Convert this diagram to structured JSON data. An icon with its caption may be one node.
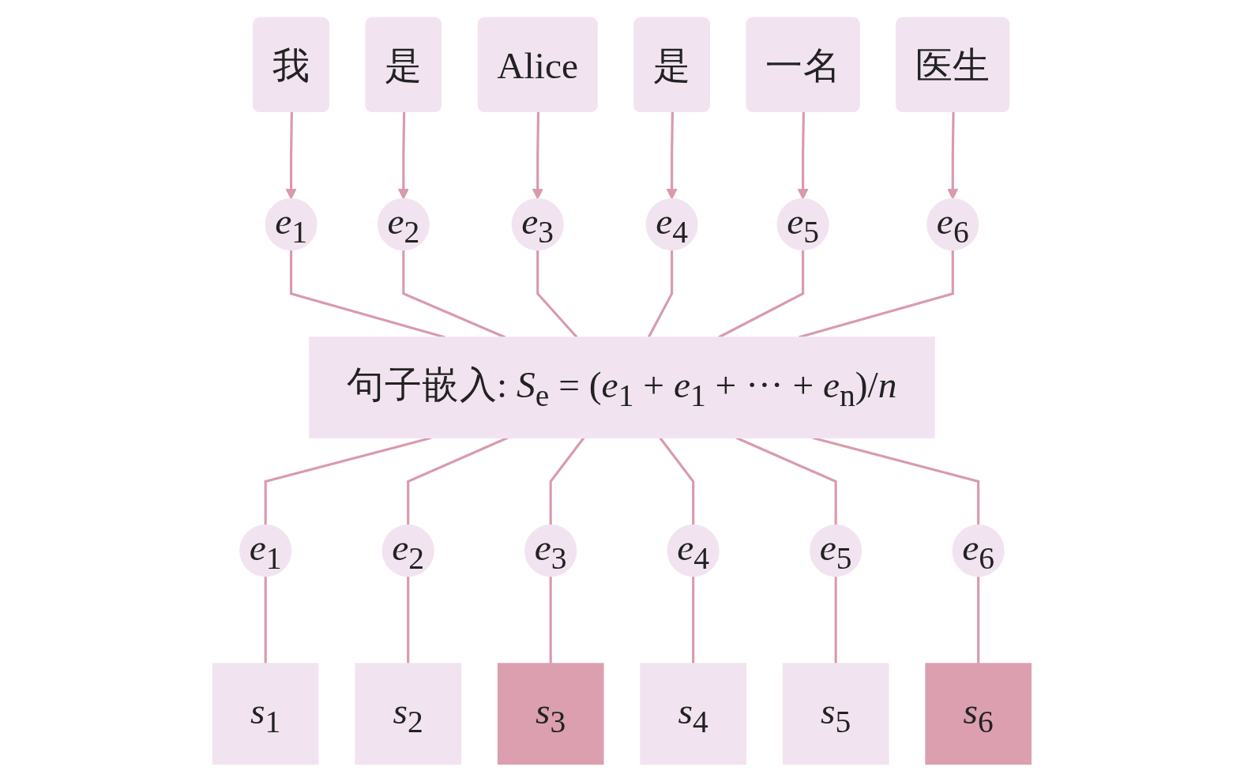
{
  "diagram": {
    "nodes": [
      {
        "text": [
          "我"
        ]
      },
      {
        "text": [
          "是"
        ]
      },
      {
        "text": [
          "Alice"
        ]
      },
      {
        "text": [
          "是"
        ]
      },
      {
        "text": [
          "一名"
        ]
      },
      {
        "text": [
          "医生"
        ]
      },
      {
        "text": [
          "*e*$_{1}$"
        ]
      },
      {
        "text": [
          "*e*$_{2}$"
        ]
      },
      {
        "text": [
          "*e*$_{3}$"
        ]
      },
      {
        "text": [
          "*e*$_{4}$"
        ]
      },
      {
        "text": [
          "*e*$_{5}$"
        ]
      },
      {
        "text": [
          "*e*$_{6}$"
        ]
      },
      {
        "text": [
          "句子嵌入: *S*$_{e}$ = (*e*$_{1}$ + *e*$_{1}$ + ··· + *e*$_{n}$)/*n*"
        ]
      },
      {
        "text": [
          "*e*$_{1}$"
        ]
      },
      {
        "text": [
          "*e*$_{2}$"
        ]
      },
      {
        "text": [
          "*e*$_{3}$"
        ]
      },
      {
        "text": [
          "*e*$_{4}$"
        ]
      },
      {
        "text": [
          "*e*$_{5}$"
        ]
      },
      {
        "text": [
          "*e*$_{6}$"
        ]
      },
      {
        "text": [
          "*s*$_{1}$"
        ]
      },
      {
        "text": [
          "*s*$_{2}$"
        ]
      },
      {
        "text": [
          "*s*$_{3}$"
        ]
      },
      {
        "text": [
          "*s*$_{4}$"
        ]
      },
      {
        "text": [
          "*s*$_{5}$"
        ]
      },
      {
        "text": [
          "*s*$_{6}$"
        ]
      }
    ],
    "edges": [
      {
        "from": 0,
        "to": 6,
        "arrow": "to"
      },
      {
        "from": 1,
        "to": 7,
        "arrow": "to"
      },
      {
        "from": 2,
        "to": 8,
        "arrow": "to"
      },
      {
        "from": 3,
        "to": 9,
        "arrow": "to"
      },
      {
        "from": 4,
        "to": 10,
        "arrow": "to"
      },
      {
        "from": 5,
        "to": 11,
        "arrow": "to"
      },
      {
        "from": 6,
        "to": 12,
        "arrow": "none"
      },
      {
        "from": 7,
        "to": 12,
        "arrow": "none"
      },
      {
        "from": 8,
        "to": 12,
        "arrow": "none"
      },
      {
        "from": 9,
        "to": 12,
        "arrow": "none"
      },
      {
        "from": 10,
        "to": 12,
        "arrow": "none"
      },
      {
        "from": 11,
        "to": 12,
        "arrow": "none"
      },
      {
        "from": 12,
        "to": 13,
        "arrow": "none"
      },
      {
        "from": 12,
        "to": 14,
        "arrow": "none"
      },
      {
        "from": 12,
        "to": 15,
        "arrow": "none"
      },
      {
        "from": 12,
        "to": 16,
        "arrow": "none"
      },
      {
        "from": 12,
        "to": 17,
        "arrow": "none"
      },
      {
        "from": 12,
        "to": 18,
        "arrow": "none"
      },
      {
        "from": 13,
        "to": 19,
        "arrow": "none"
      },
      {
        "from": 14,
        "to": 20,
        "arrow": "none"
      },
      {
        "from": 15,
        "to": 21,
        "arrow": "none"
      },
      {
        "from": 16,
        "to": 22,
        "arrow": "none"
      },
      {
        "from": 17,
        "to": 23,
        "arrow": "none"
      },
      {
        "from": 18,
        "to": 24,
        "arrow": "none"
      }
    ]
  }
}
